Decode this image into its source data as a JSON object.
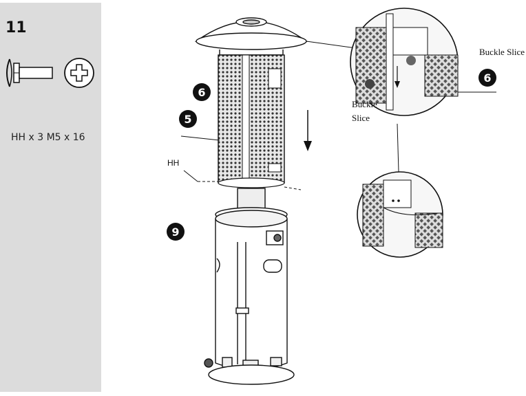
{
  "step": {
    "number": "11",
    "hardware_spec": "HH x 3 M5 x 16"
  },
  "callouts": {
    "part_6_main": "6",
    "part_5": "5",
    "part_hh": "HH",
    "part_9": "9",
    "part_6_detail": "6"
  },
  "detail_labels": {
    "buckle_slice_right": "Buckle Slice",
    "buckle_slice_left_line1": "Buckle",
    "buckle_slice_left_line2": "Slice"
  }
}
